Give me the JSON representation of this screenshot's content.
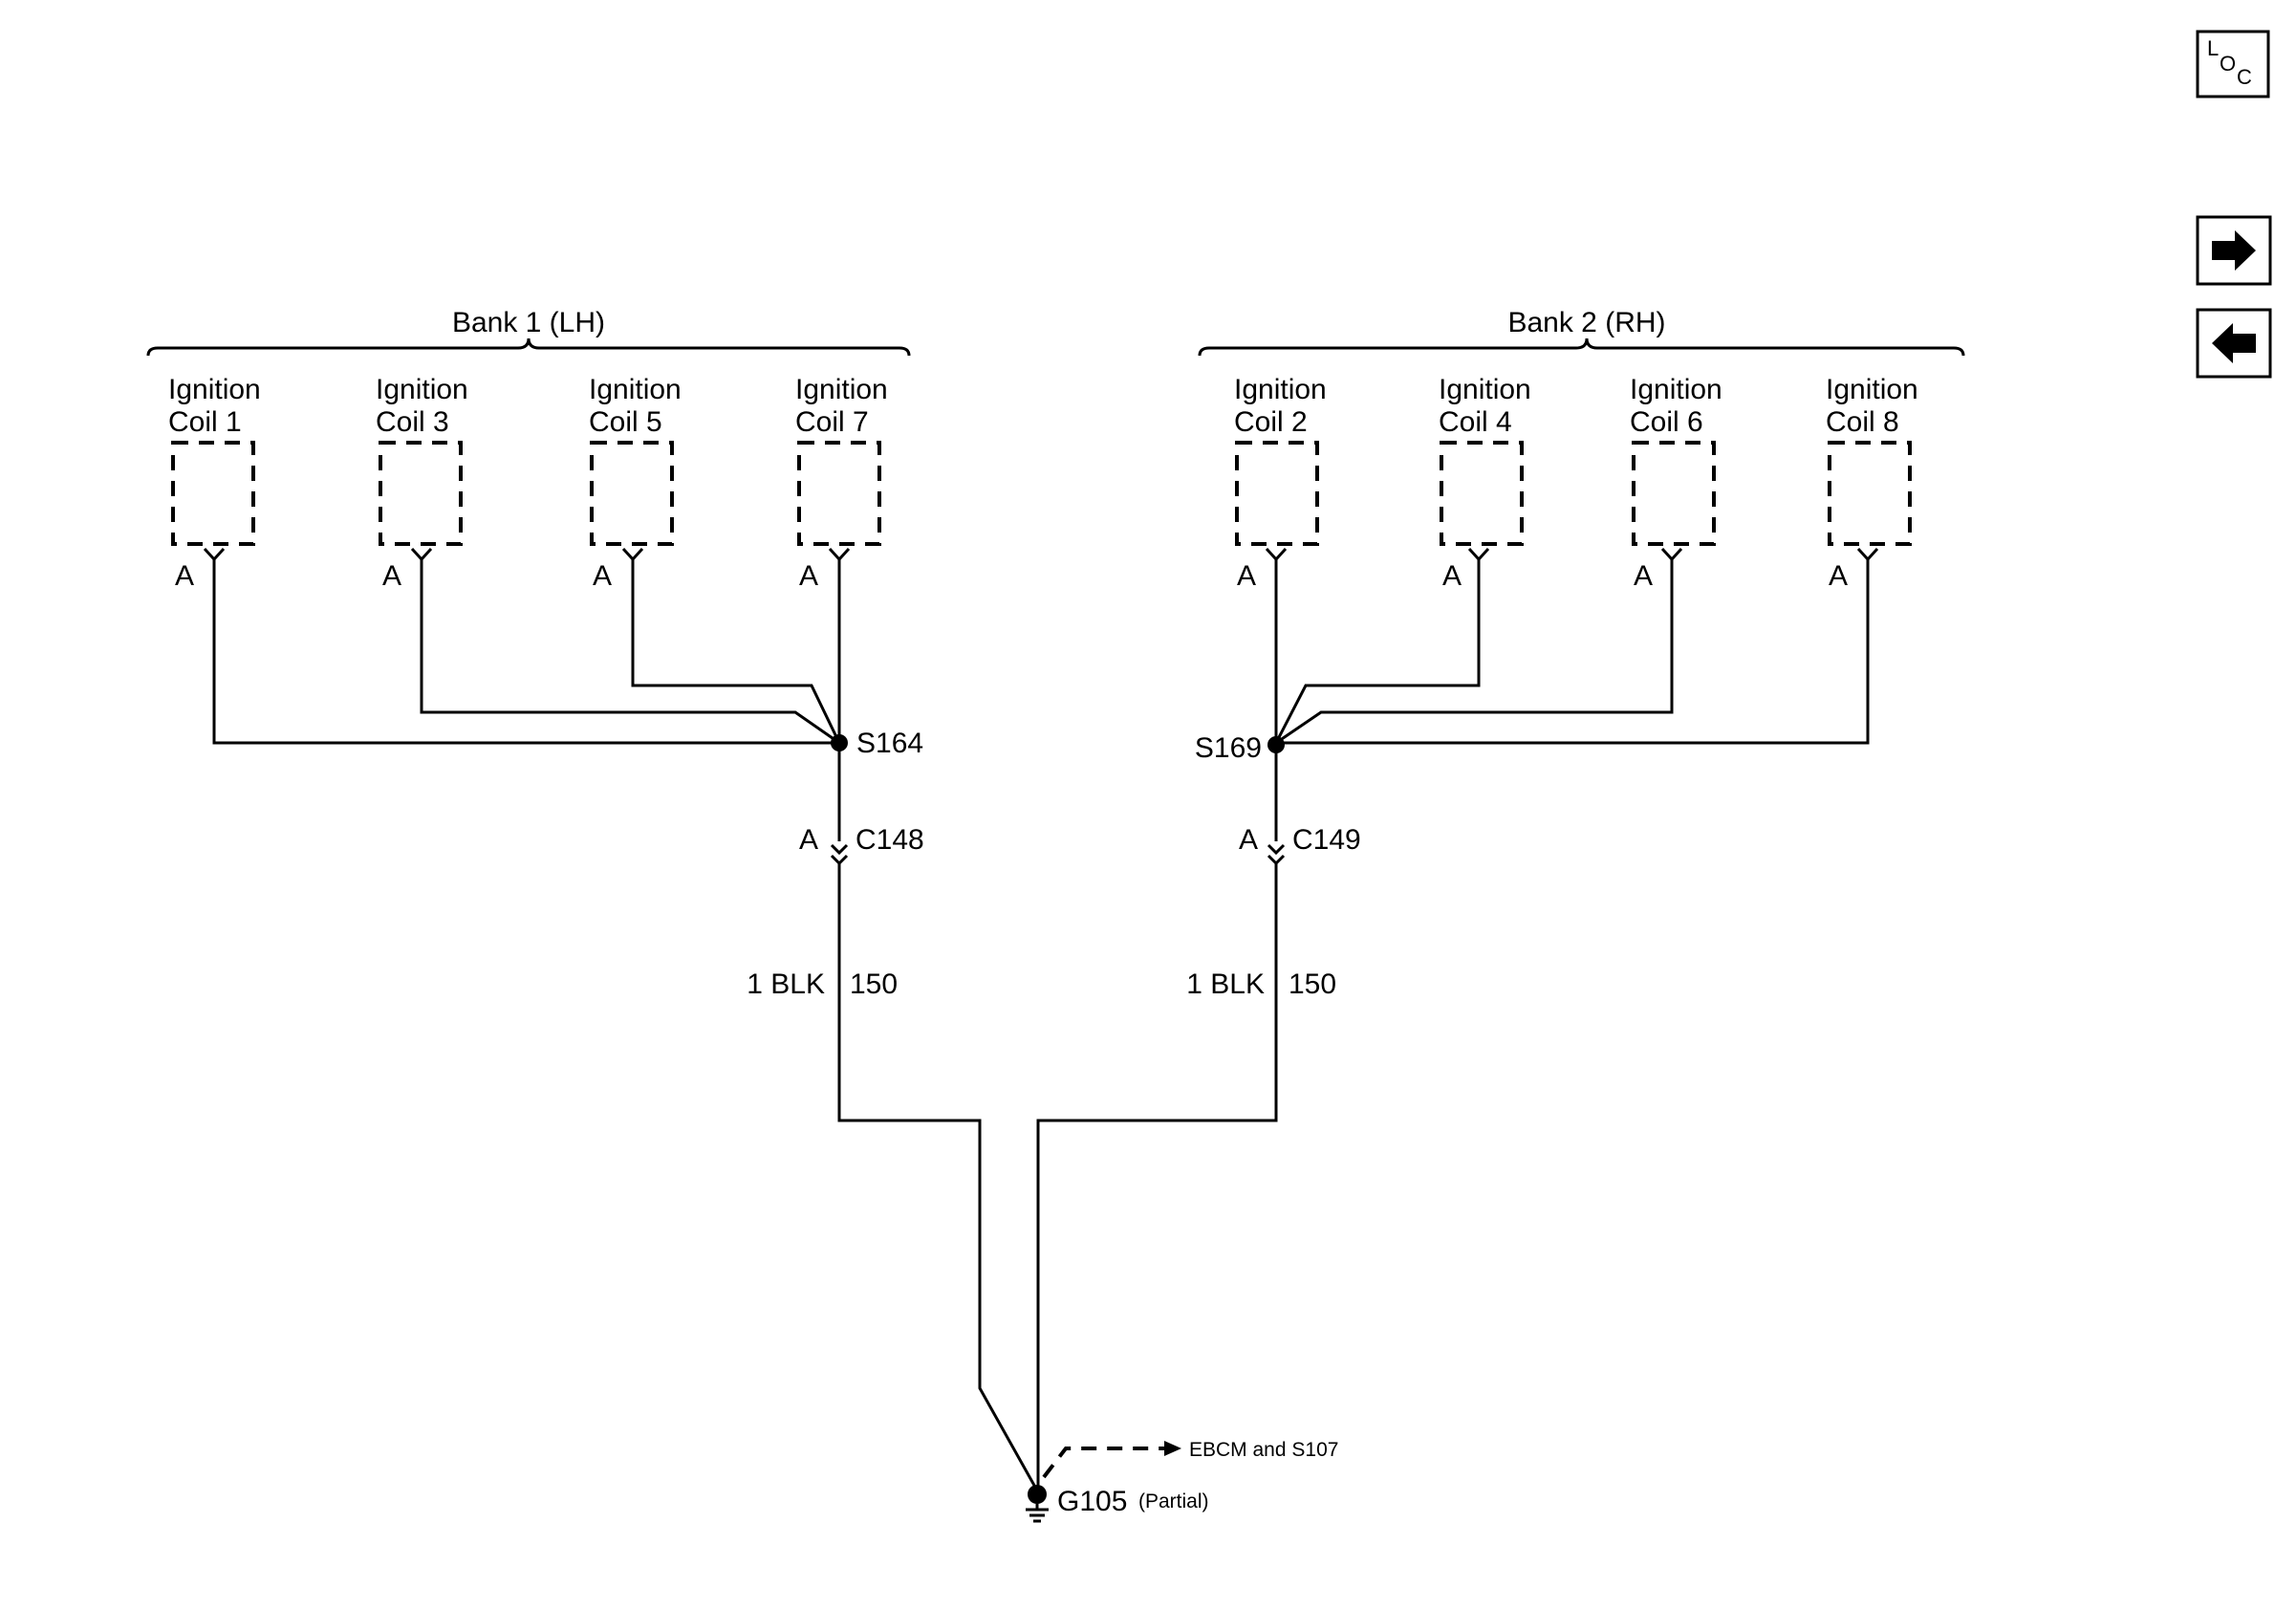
{
  "banks": [
    {
      "label": "Bank 1 (LH)",
      "coils": [
        {
          "name_line1": "Ignition",
          "name_line2": "Coil 1",
          "pin": "A"
        },
        {
          "name_line1": "Ignition",
          "name_line2": "Coil 3",
          "pin": "A"
        },
        {
          "name_line1": "Ignition",
          "name_line2": "Coil 5",
          "pin": "A"
        },
        {
          "name_line1": "Ignition",
          "name_line2": "Coil 7",
          "pin": "A"
        }
      ],
      "splice": "S164",
      "connector": {
        "name": "C148",
        "pin": "A"
      },
      "wire": {
        "size_color": "1 BLK",
        "circuit": "150"
      }
    },
    {
      "label": "Bank 2 (RH)",
      "coils": [
        {
          "name_line1": "Ignition",
          "name_line2": "Coil 2",
          "pin": "A"
        },
        {
          "name_line1": "Ignition",
          "name_line2": "Coil 4",
          "pin": "A"
        },
        {
          "name_line1": "Ignition",
          "name_line2": "Coil 6",
          "pin": "A"
        },
        {
          "name_line1": "Ignition",
          "name_line2": "Coil 8",
          "pin": "A"
        }
      ],
      "splice": "S169",
      "connector": {
        "name": "C149",
        "pin": "A"
      },
      "wire": {
        "size_color": "1 BLK",
        "circuit": "150"
      }
    }
  ],
  "ground": {
    "name": "G105",
    "note": "(Partial)",
    "shared_with": "EBCM and S107"
  },
  "nav": {
    "loc_letters": [
      "L",
      "O",
      "C"
    ],
    "next_icon": "arrow-right-icon",
    "prev_icon": "arrow-left-icon"
  }
}
